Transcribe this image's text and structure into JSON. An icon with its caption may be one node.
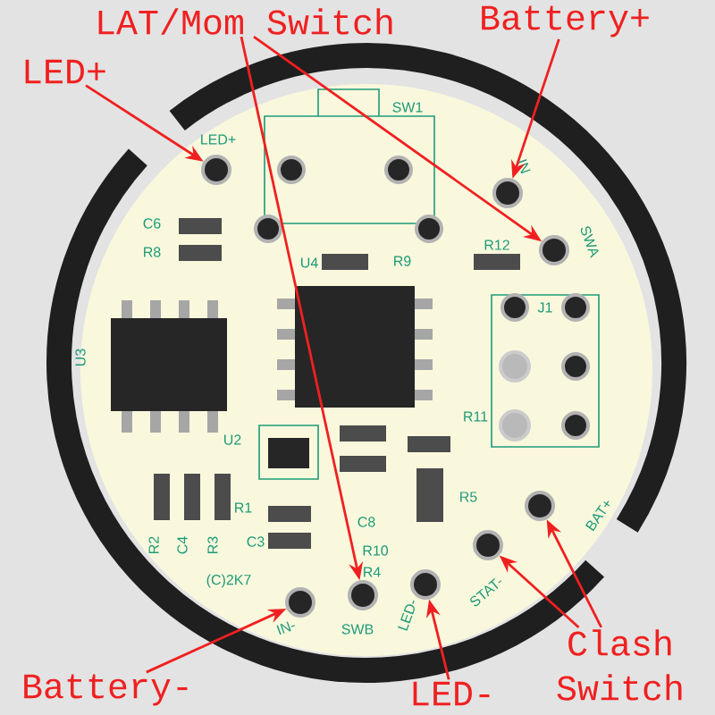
{
  "diagram": {
    "nodes": [
      {
        "text": [
          "LED+"
        ]
      },
      {
        "text": [
          "LAT/Mom Switch"
        ]
      },
      {
        "text": [
          "Battery+"
        ]
      },
      {
        "text": [
          "Clash Switch"
        ]
      },
      {
        "text": [
          "Battery-"
        ]
      },
      {
        "text": [
          "LED-"
        ]
      },
      {
        "text": [],
        "shape": "circle",
        "beside": [
          "LED+"
        ]
      },
      {
        "text": [],
        "shape": "circle",
        "beside": [
          "IN"
        ]
      },
      {
        "text": [],
        "shape": "circle",
        "beside": [
          "SWA"
        ]
      },
      {
        "text": [],
        "shape": "circle",
        "beside": [
          "BAT+"
        ]
      },
      {
        "text": [],
        "shape": "circle",
        "beside": [
          "STAT-"
        ]
      },
      {
        "text": [],
        "shape": "circle",
        "beside": [
          "LED-"
        ]
      },
      {
        "text": [],
        "shape": "circle",
        "beside": [
          "SWB"
        ]
      },
      {
        "text": [],
        "shape": "circle",
        "beside": [
          "IN-"
        ]
      }
    ],
    "edges": [
      {
        "from": 0,
        "to": 6,
        "arrow": "to"
      },
      {
        "from": 1,
        "to": 8,
        "arrow": "to"
      },
      {
        "from": 1,
        "to": 12,
        "arrow": "to"
      },
      {
        "from": 2,
        "to": 7,
        "arrow": "to"
      },
      {
        "from": 3,
        "to": 9,
        "arrow": "to"
      },
      {
        "from": 3,
        "to": 10,
        "arrow": "to"
      },
      {
        "from": 4,
        "to": 13,
        "arrow": "to"
      },
      {
        "from": 5,
        "to": 11,
        "arrow": "to"
      }
    ],
    "labels": [
      "SW1",
      "C6",
      "R8",
      "U4",
      "R9",
      "R12",
      "J1",
      "U3",
      "U2",
      "R11",
      "R5",
      "R1",
      "R2",
      "C4",
      "R3",
      "C3",
      "C8",
      "R10",
      "R4",
      "(C)2K7"
    ]
  }
}
